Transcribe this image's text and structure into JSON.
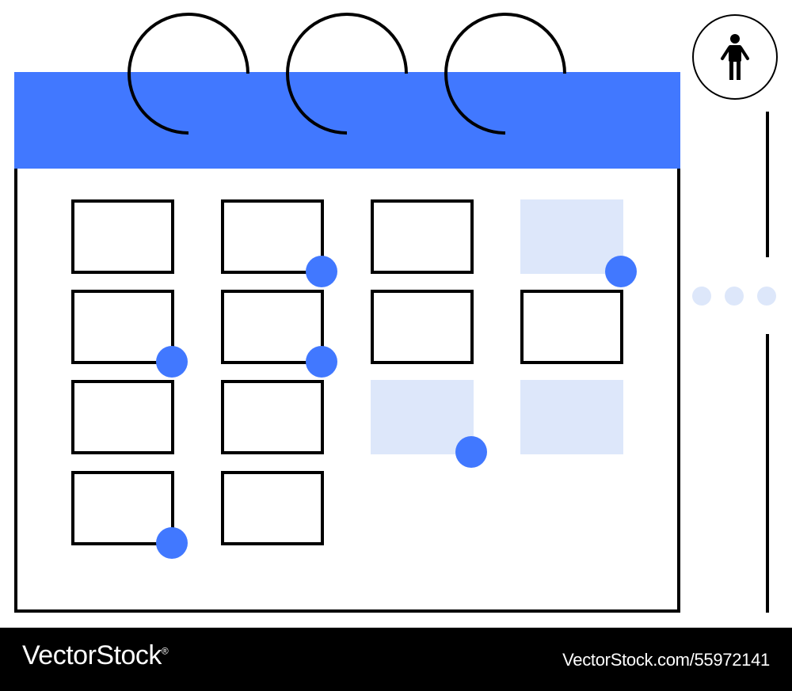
{
  "colors": {
    "accent": "#4178FF",
    "highlight": "#DDE7FA",
    "outline": "#000000",
    "background": "#FFFFFF",
    "footer": "#000000",
    "footer_text": "#FFFFFF"
  },
  "calendar": {
    "ring_count": 3,
    "grid": {
      "columns": 4,
      "rows": 4,
      "cells": [
        {
          "row": 1,
          "col": 1,
          "state": "empty",
          "marker": false
        },
        {
          "row": 1,
          "col": 2,
          "state": "empty",
          "marker": true
        },
        {
          "row": 1,
          "col": 3,
          "state": "empty",
          "marker": false
        },
        {
          "row": 1,
          "col": 4,
          "state": "highlighted",
          "marker": true
        },
        {
          "row": 2,
          "col": 1,
          "state": "empty",
          "marker": true
        },
        {
          "row": 2,
          "col": 2,
          "state": "empty",
          "marker": true
        },
        {
          "row": 2,
          "col": 3,
          "state": "empty",
          "marker": false
        },
        {
          "row": 2,
          "col": 4,
          "state": "empty",
          "marker": false
        },
        {
          "row": 3,
          "col": 1,
          "state": "empty",
          "marker": false
        },
        {
          "row": 3,
          "col": 2,
          "state": "empty",
          "marker": false
        },
        {
          "row": 3,
          "col": 3,
          "state": "highlighted",
          "marker": true
        },
        {
          "row": 3,
          "col": 4,
          "state": "highlighted",
          "marker": false
        },
        {
          "row": 4,
          "col": 1,
          "state": "empty",
          "marker": true
        },
        {
          "row": 4,
          "col": 2,
          "state": "empty",
          "marker": false
        }
      ]
    }
  },
  "side_panel": {
    "icon": "person-icon",
    "dots_count": 3
  },
  "footer": {
    "brand": "VectorStock",
    "stock_id": "VectorStock.com/55972141",
    "trademark": "®"
  }
}
